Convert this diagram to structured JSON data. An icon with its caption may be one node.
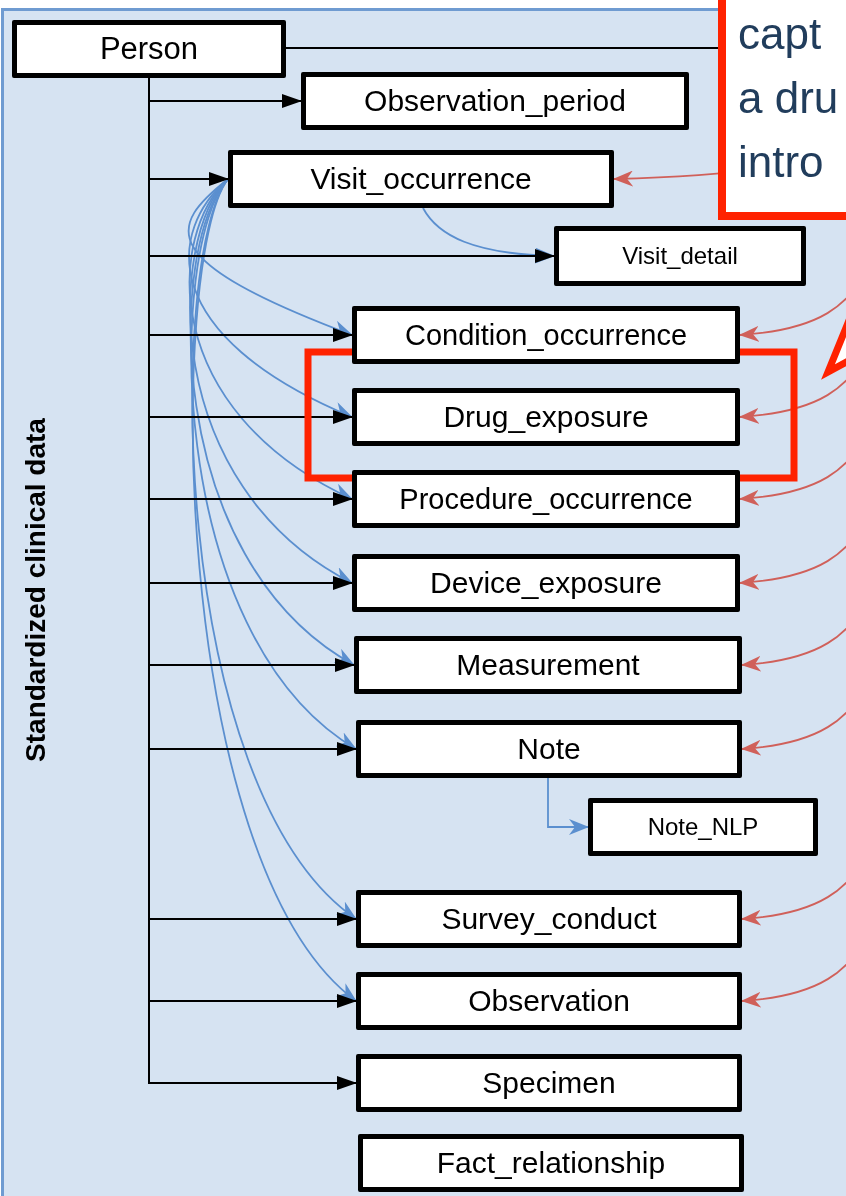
{
  "diagram": {
    "nodes": [
      {
        "text": [
          "Person"
        ]
      },
      {
        "text": [
          "Observation_period"
        ]
      },
      {
        "text": [
          "Visit_occurrence"
        ]
      },
      {
        "text": [
          "Visit_detail"
        ]
      },
      {
        "text": [
          "Condition_occurrence"
        ]
      },
      {
        "text": [
          "Drug_exposure"
        ]
      },
      {
        "text": [
          "Procedure_occurrence"
        ]
      },
      {
        "text": [
          "Device_exposure"
        ]
      },
      {
        "text": [
          "Measurement"
        ]
      },
      {
        "text": [
          "Note"
        ]
      },
      {
        "text": [
          "Note_NLP"
        ]
      },
      {
        "text": [
          "Survey_conduct"
        ]
      },
      {
        "text": [
          "Observation"
        ]
      },
      {
        "text": [
          "Specimen"
        ]
      },
      {
        "text": [
          "Fact_relationship"
        ]
      },
      {
        "text": [
          "capt a dru intro"
        ]
      }
    ],
    "edges": [
      {
        "from": 0,
        "to": 1,
        "arrow": "to"
      },
      {
        "from": 0,
        "to": 2,
        "arrow": "to"
      },
      {
        "from": 0,
        "to": 3,
        "arrow": "to"
      },
      {
        "from": 0,
        "to": 4,
        "arrow": "to"
      },
      {
        "from": 0,
        "to": 5,
        "arrow": "to"
      },
      {
        "from": 0,
        "to": 6,
        "arrow": "to"
      },
      {
        "from": 0,
        "to": 7,
        "arrow": "to"
      },
      {
        "from": 0,
        "to": 8,
        "arrow": "to"
      },
      {
        "from": 0,
        "to": 9,
        "arrow": "to"
      },
      {
        "from": 0,
        "to": 11,
        "arrow": "to"
      },
      {
        "from": 0,
        "to": 12,
        "arrow": "to"
      },
      {
        "from": 0,
        "to": 13,
        "arrow": "to"
      },
      {
        "from": 0,
        "to": 15,
        "arrow": "none"
      },
      {
        "from": 2,
        "to": 3,
        "arrow": "to",
        "color": "#5b8fcf"
      },
      {
        "from": 2,
        "to": 4,
        "arrow": "to",
        "color": "#5b8fcf"
      },
      {
        "from": 2,
        "to": 5,
        "arrow": "to",
        "color": "#5b8fcf"
      },
      {
        "from": 2,
        "to": 6,
        "arrow": "to",
        "color": "#5b8fcf"
      },
      {
        "from": 2,
        "to": 7,
        "arrow": "to",
        "color": "#5b8fcf"
      },
      {
        "from": 2,
        "to": 8,
        "arrow": "to",
        "color": "#5b8fcf"
      },
      {
        "from": 2,
        "to": 9,
        "arrow": "to",
        "color": "#5b8fcf"
      },
      {
        "from": 2,
        "to": 11,
        "arrow": "to",
        "color": "#5b8fcf"
      },
      {
        "from": 2,
        "to": 12,
        "arrow": "to",
        "color": "#5b8fcf"
      },
      {
        "from": 9,
        "to": 10,
        "arrow": "to",
        "color": "#5b8fcf"
      },
      {
        "from": 15,
        "to": 2,
        "arrow": "to",
        "color": "#d0605a"
      },
      {
        "from": null,
        "to": 4,
        "arrow": "to",
        "color": "#d0605a"
      },
      {
        "from": null,
        "to": 5,
        "arrow": "to",
        "color": "#d0605a"
      },
      {
        "from": null,
        "to": 6,
        "arrow": "to",
        "color": "#d0605a"
      },
      {
        "from": null,
        "to": 7,
        "arrow": "to",
        "color": "#d0605a"
      },
      {
        "from": null,
        "to": 8,
        "arrow": "to",
        "color": "#d0605a"
      },
      {
        "from": null,
        "to": 9,
        "arrow": "to",
        "color": "#d0605a"
      },
      {
        "from": null,
        "to": 11,
        "arrow": "to",
        "color": "#d0605a"
      },
      {
        "from": null,
        "to": 12,
        "arrow": "to",
        "color": "#d0605a"
      }
    ],
    "labels": [
      "Standardized clinical data"
    ]
  }
}
